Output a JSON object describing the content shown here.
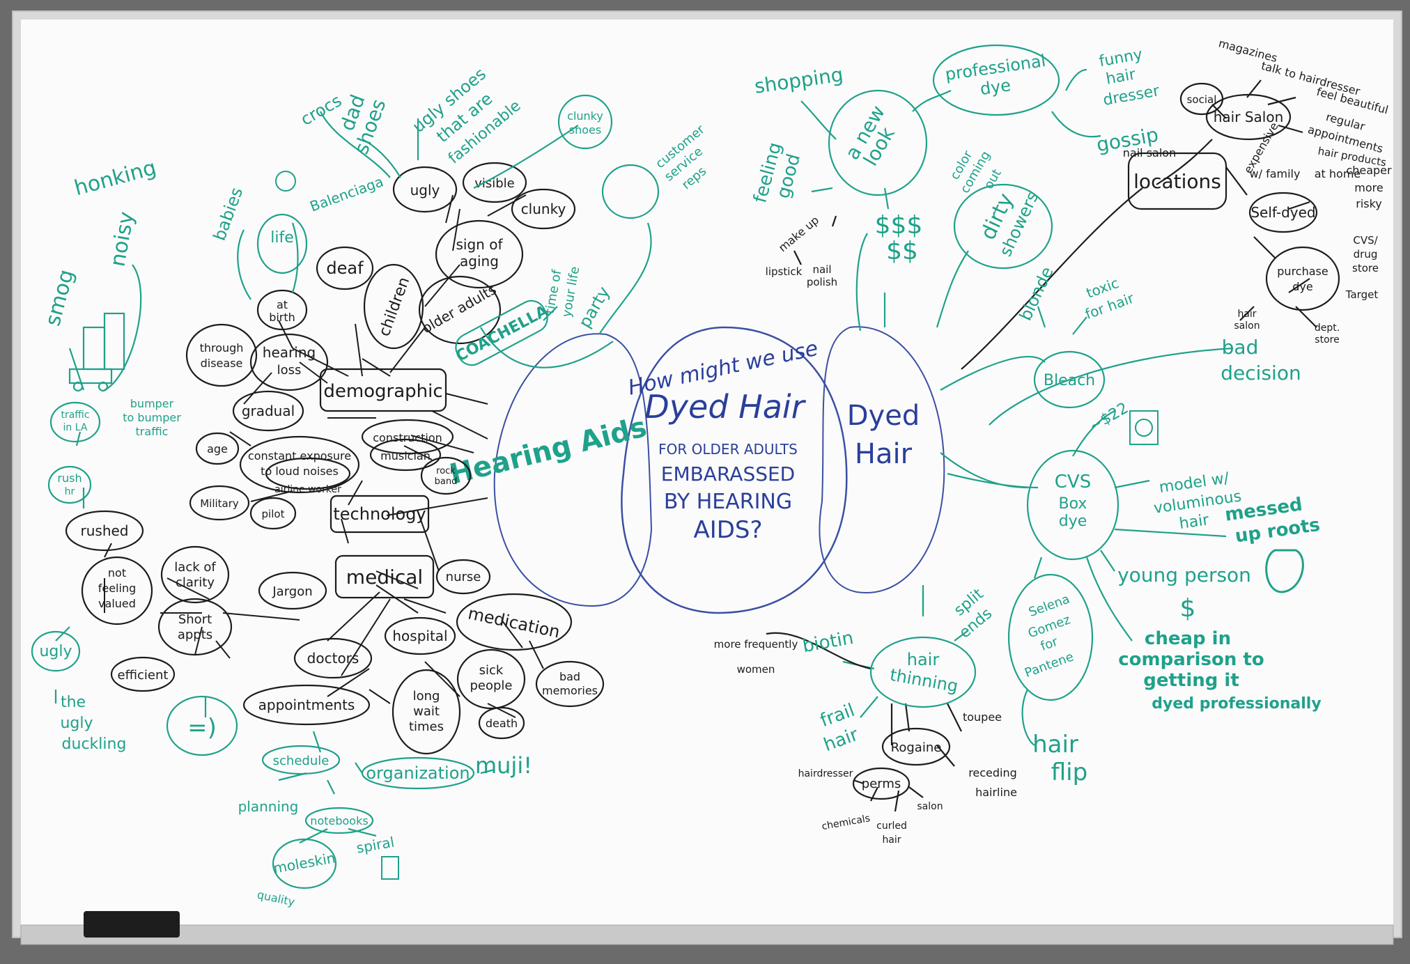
{
  "colors": {
    "frame": "#d8d8d8",
    "board": "#ffffff",
    "black_marker": "#1c1c1c",
    "green_marker": "#1fa18a",
    "blue_marker": "#2a3f9a"
  },
  "center": {
    "line1": "How might we use",
    "line2": "Dyed Hair",
    "line3": "FOR OLDER ADULTS",
    "line4": "EMBARASSED",
    "line5": "BY HEARING",
    "line6": "AIDS?"
  },
  "hub_left": "Hearing Aids",
  "hub_right": [
    "Dyed",
    "Hair"
  ],
  "left": {
    "demographic": "demographic",
    "technology": "technology",
    "medical": "medical",
    "hearing_loss": [
      "hearing",
      "loss"
    ],
    "at_birth": [
      "at",
      "birth"
    ],
    "deaf": "deaf",
    "children": "children",
    "older_adults": "older adults",
    "sign_of_aging": [
      "sign of",
      "aging"
    ],
    "clunky": "clunky",
    "ugly": "ugly",
    "visible": "visible",
    "through_disease": [
      "through",
      "disease"
    ],
    "gradual": "gradual",
    "age": "age",
    "constant_exposure": [
      "constant exposure",
      "to loud noises"
    ],
    "construction": "construction",
    "musician": "musician",
    "rock_band": [
      "rock",
      "band"
    ],
    "military": "Military",
    "airline_worker": "airline worker",
    "pilot": "pilot",
    "jargon": "Jargon",
    "nurse": "nurse",
    "medication": "medication",
    "hospital": "hospital",
    "doctors": "doctors",
    "appointments": "appointments",
    "sick_people": [
      "sick",
      "people"
    ],
    "bad_memories": [
      "bad",
      "memories"
    ],
    "long_wait_times": [
      "long",
      "wait",
      "times"
    ],
    "death": "death",
    "short_appts": [
      "Short",
      "appts"
    ],
    "lack_of_clarity": [
      "lack of",
      "clarity"
    ],
    "not_feeling_valued": [
      "not",
      "feeling",
      "valued"
    ],
    "efficient": "efficient",
    "rushed": "rushed"
  },
  "left_green": {
    "coachella": "COACHELLA",
    "time_of_your_life": [
      "time of",
      "your life"
    ],
    "party": "party",
    "customer_service_reps": [
      "customer",
      "service",
      "reps"
    ],
    "clunky_shoes": [
      "clunky",
      "shoes"
    ],
    "ugly_shoes": [
      "ugly shoes",
      "that are",
      "fashionable"
    ],
    "crocs": "crocs",
    "dad_shoes": [
      "dad",
      "shoes"
    ],
    "balenciaga": "Balenciaga",
    "babies": "babies",
    "life": "life",
    "honking": "honking",
    "noisy": "noisy",
    "smog": "smog",
    "traffic_in_la": [
      "traffic",
      "in LA"
    ],
    "bumper_to_bumper": [
      "bumper",
      "to bumper",
      "traffic"
    ],
    "rush_hr": [
      "rush",
      "hr"
    ],
    "ugly": "ugly",
    "the_ugly_duckling": [
      "the",
      "ugly",
      "duckling"
    ],
    "schedule": "schedule",
    "organization": "organization",
    "muji": "muji!",
    "planning": "planning",
    "notebooks": "notebooks",
    "moleskin": "moleskin",
    "spiral": "spiral",
    "quality": "quality"
  },
  "right": {
    "a_new_look": [
      "a new",
      "look"
    ],
    "professional_dye": [
      "professional",
      "dye"
    ],
    "funny_hair_dresser": [
      "funny",
      "hair",
      "dresser"
    ],
    "shopping": "shopping",
    "feeling_good": [
      "feeling",
      "good"
    ],
    "gossip": "gossip",
    "money": [
      "$$$",
      "$$"
    ],
    "make_up": "make up",
    "lipstick": "lipstick",
    "nail_polish": [
      "nail",
      "polish"
    ],
    "dirty_showers": [
      "dirty",
      "showers"
    ],
    "color_coming_out": [
      "color",
      "coming",
      "out"
    ],
    "blonde": "blonde",
    "toxic_for_hair": [
      "toxic",
      "for hair"
    ],
    "bleach": "Bleach",
    "bad_decision": [
      "bad",
      "decision"
    ],
    "cvs_box_dye": [
      "CVS",
      "Box",
      "dye"
    ],
    "price": "~$22",
    "model_voluminous_hair": [
      "model w/",
      "voluminous",
      "hair"
    ],
    "messed_up_roots": [
      "messed",
      "up roots"
    ],
    "young_person": "young person",
    "dollar": "$",
    "cheap_in_comparison": [
      "cheap in",
      "comparison to",
      "getting it",
      "dyed professionally"
    ],
    "selena_gomez": [
      "Selena",
      "Gomez",
      "for",
      "Pantene"
    ],
    "hair_flip": [
      "hair",
      "flip"
    ],
    "hair_thinning": [
      "hair",
      "thinning"
    ],
    "split_ends": [
      "split",
      "ends"
    ],
    "biotin": "biotin",
    "more_frequently_women": [
      "more frequently",
      "women"
    ],
    "frail_hair": [
      "frail",
      "hair"
    ],
    "rogaine": "Rogaine",
    "toupee": "toupee",
    "receding_hairline": [
      "receding",
      "hairline"
    ],
    "perms": "perms",
    "hairdresser": "hairdresser",
    "chemicals": "chemicals",
    "curled_hair": [
      "curled",
      "hair"
    ],
    "salon": "salon",
    "locations": "locations",
    "nail_salon": "nail salon",
    "hair_salon": "hair Salon",
    "social": "social",
    "magazines": "magazines",
    "talk_to_hairdresser": "talk to hairdresser",
    "feel_beautiful": "feel beautiful",
    "regular_appointments": [
      "regular",
      "appointments"
    ],
    "hair_products": "hair products",
    "expensive": "expensive",
    "w_family": "w/ family",
    "at_home": "at home",
    "cheaper": "cheaper",
    "more_risky": [
      "more",
      "risky"
    ],
    "self_dyed": "Self-dyed",
    "purchase_dye": [
      "purchase",
      "dye"
    ],
    "cvs_drug_store": [
      "CVS/",
      "drug",
      "store"
    ],
    "target": "Target",
    "dept_store": [
      "dept.",
      "store"
    ],
    "hair_salon2": [
      "hair",
      "salon"
    ]
  }
}
